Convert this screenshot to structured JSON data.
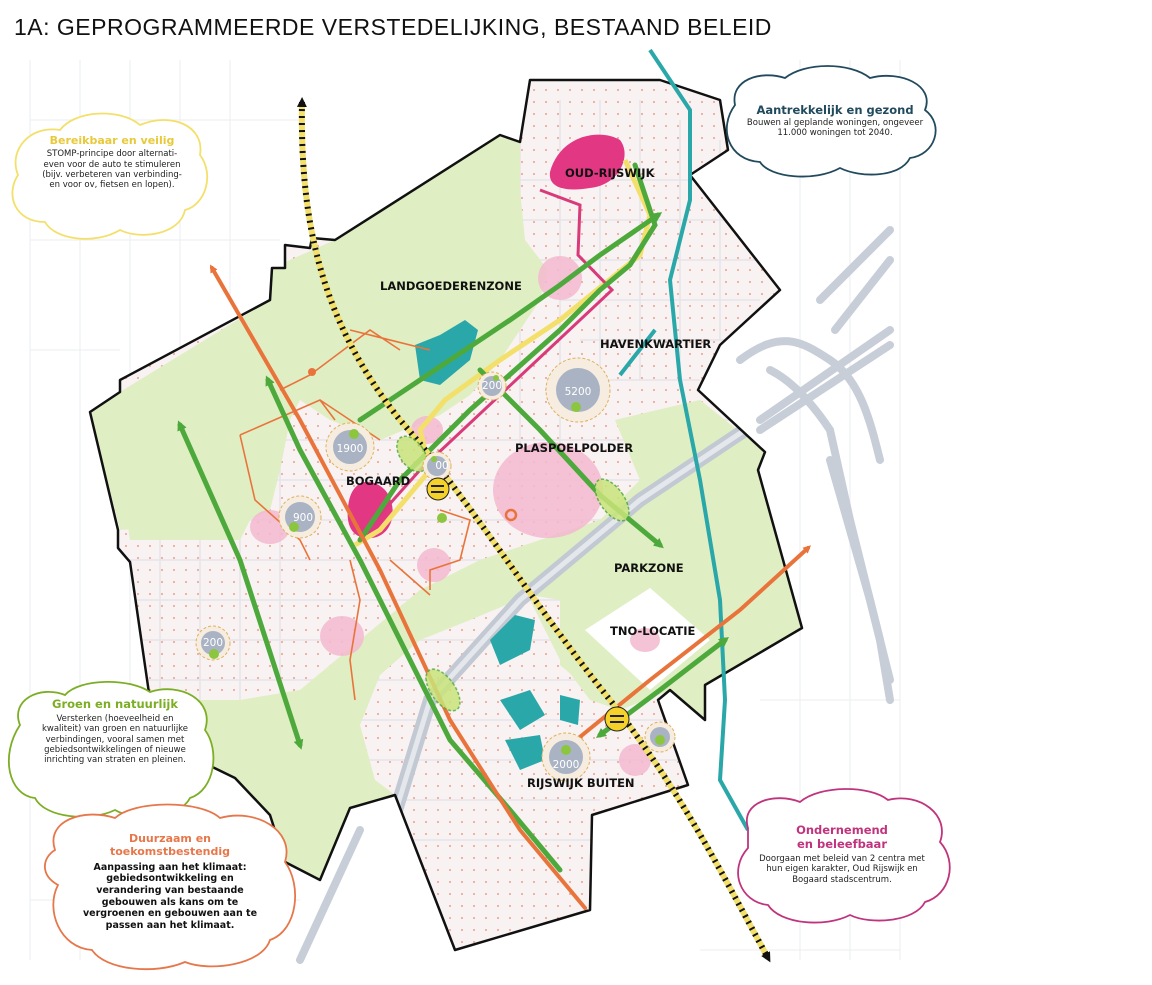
{
  "title": "1A: GEPROGRAMMEERDE VERSTEDELIJKING, BESTAAND BELEID",
  "colors": {
    "green_zone": "#dfeec3",
    "urban_fill": "#f7f1f1",
    "road": "#bcc3cf",
    "orange_axis": "#e9743b",
    "green_axis": "#4ea93c",
    "yellow_route": "#f3e06b",
    "magenta_route": "#d93a79",
    "water": "#2aa7a8",
    "pink_area": "#f4b9d0",
    "centre": "#e23883",
    "density_circle": "#a9b3c4",
    "yellow_heading": "#e8c93a",
    "navy_heading": "#214a5d",
    "green_heading": "#7cae25",
    "orange_heading": "#e6774a",
    "magenta_heading": "#c0347d"
  },
  "zones": {
    "oud_rijswijk": "OUD-RIJSWIJK",
    "landgoederenzone": "LANDGOEDERENZONE",
    "havenkwartier": "HAVENKWARTIER",
    "plaspoelpolder": "PLASPOELPOLDER",
    "bogaard": "BOGAARD",
    "parkzone": "PARKZONE",
    "tno_locatie": "TNO-LOCATIE",
    "rijswijk_buiten": "RIJSWIJK BUITEN"
  },
  "housing": {
    "n5200": "5200",
    "n1900": "1900",
    "n900": "900",
    "n200a": "200",
    "n200b": "200",
    "n2000": "2000",
    "n_partial": "00"
  },
  "bubbles": {
    "bereikbaar": {
      "title": "Bereikbaar en veilig",
      "body": "STOMP-principe door alternati-\neven voor de auto te stimuleren\n(bijv. verbeteren van verbinding-\nen voor ov, fietsen en lopen)."
    },
    "aantrekkelijk": {
      "title": "Aantrekkelijk en gezond",
      "body": "Bouwen al geplande woningen, ongeveer\n11.000 woningen tot 2040."
    },
    "groen": {
      "title": "Groen en natuurlijk",
      "body": "Versterken (hoeveelheid en\nkwaliteit) van groen en natuurlijke\nverbindingen, vooral samen met\ngebiedsontwikkelingen of  nieuwe\ninrichting van straten en pleinen."
    },
    "duurzaam": {
      "title": "Duurzaam en\ntoekomstbestendig",
      "body": "Aanpassing aan het klimaat:\ngebiedsontwikkeling en\nverandering van bestaande\ngebouwen als kans om te\nvergroenen en gebouwen aan te\npassen aan het klimaat."
    },
    "ondernemend": {
      "title": "Ondernemend\nen beleefbaar",
      "body": "Doorgaan met beleid van 2 centra met\nhun eigen  karakter, Oud Rijswijk en\nBogaard stadscentrum."
    }
  }
}
